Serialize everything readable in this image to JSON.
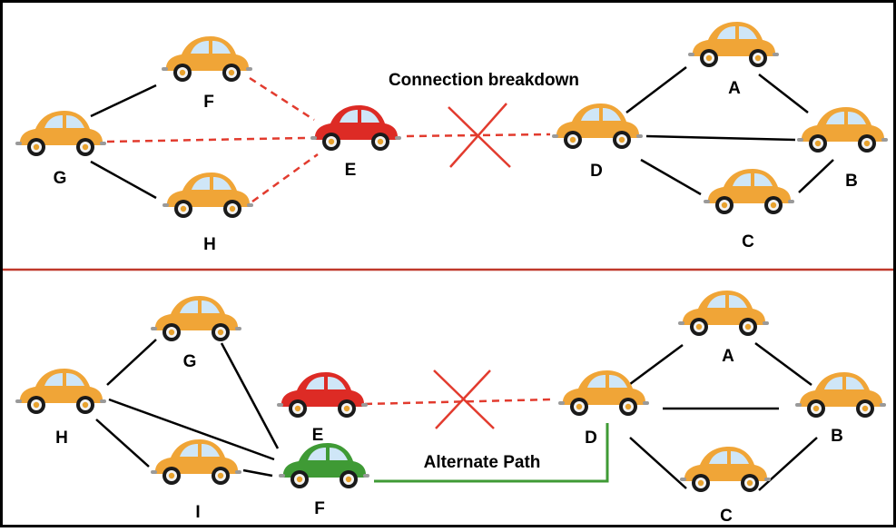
{
  "top_panel": {
    "caption": "Connection breakdown",
    "nodes": {
      "A": "A",
      "B": "B",
      "C": "C",
      "D": "D",
      "E": "E",
      "F": "F",
      "G": "G",
      "H": "H"
    }
  },
  "bottom_panel": {
    "caption": "Alternate Path",
    "nodes": {
      "A": "A",
      "B": "B",
      "C": "C",
      "D": "D",
      "E": "E",
      "F": "F",
      "G": "G",
      "H": "H",
      "I": "I"
    }
  },
  "colors": {
    "border": "#000000",
    "divider": "#c0392b",
    "orange_car": "#f0a537",
    "red_car": "#dd2b25",
    "green_car": "#3f9a35",
    "solid_link": "#000000",
    "broken_link": "#e23b2e",
    "alternate_link": "#3f9a35"
  }
}
